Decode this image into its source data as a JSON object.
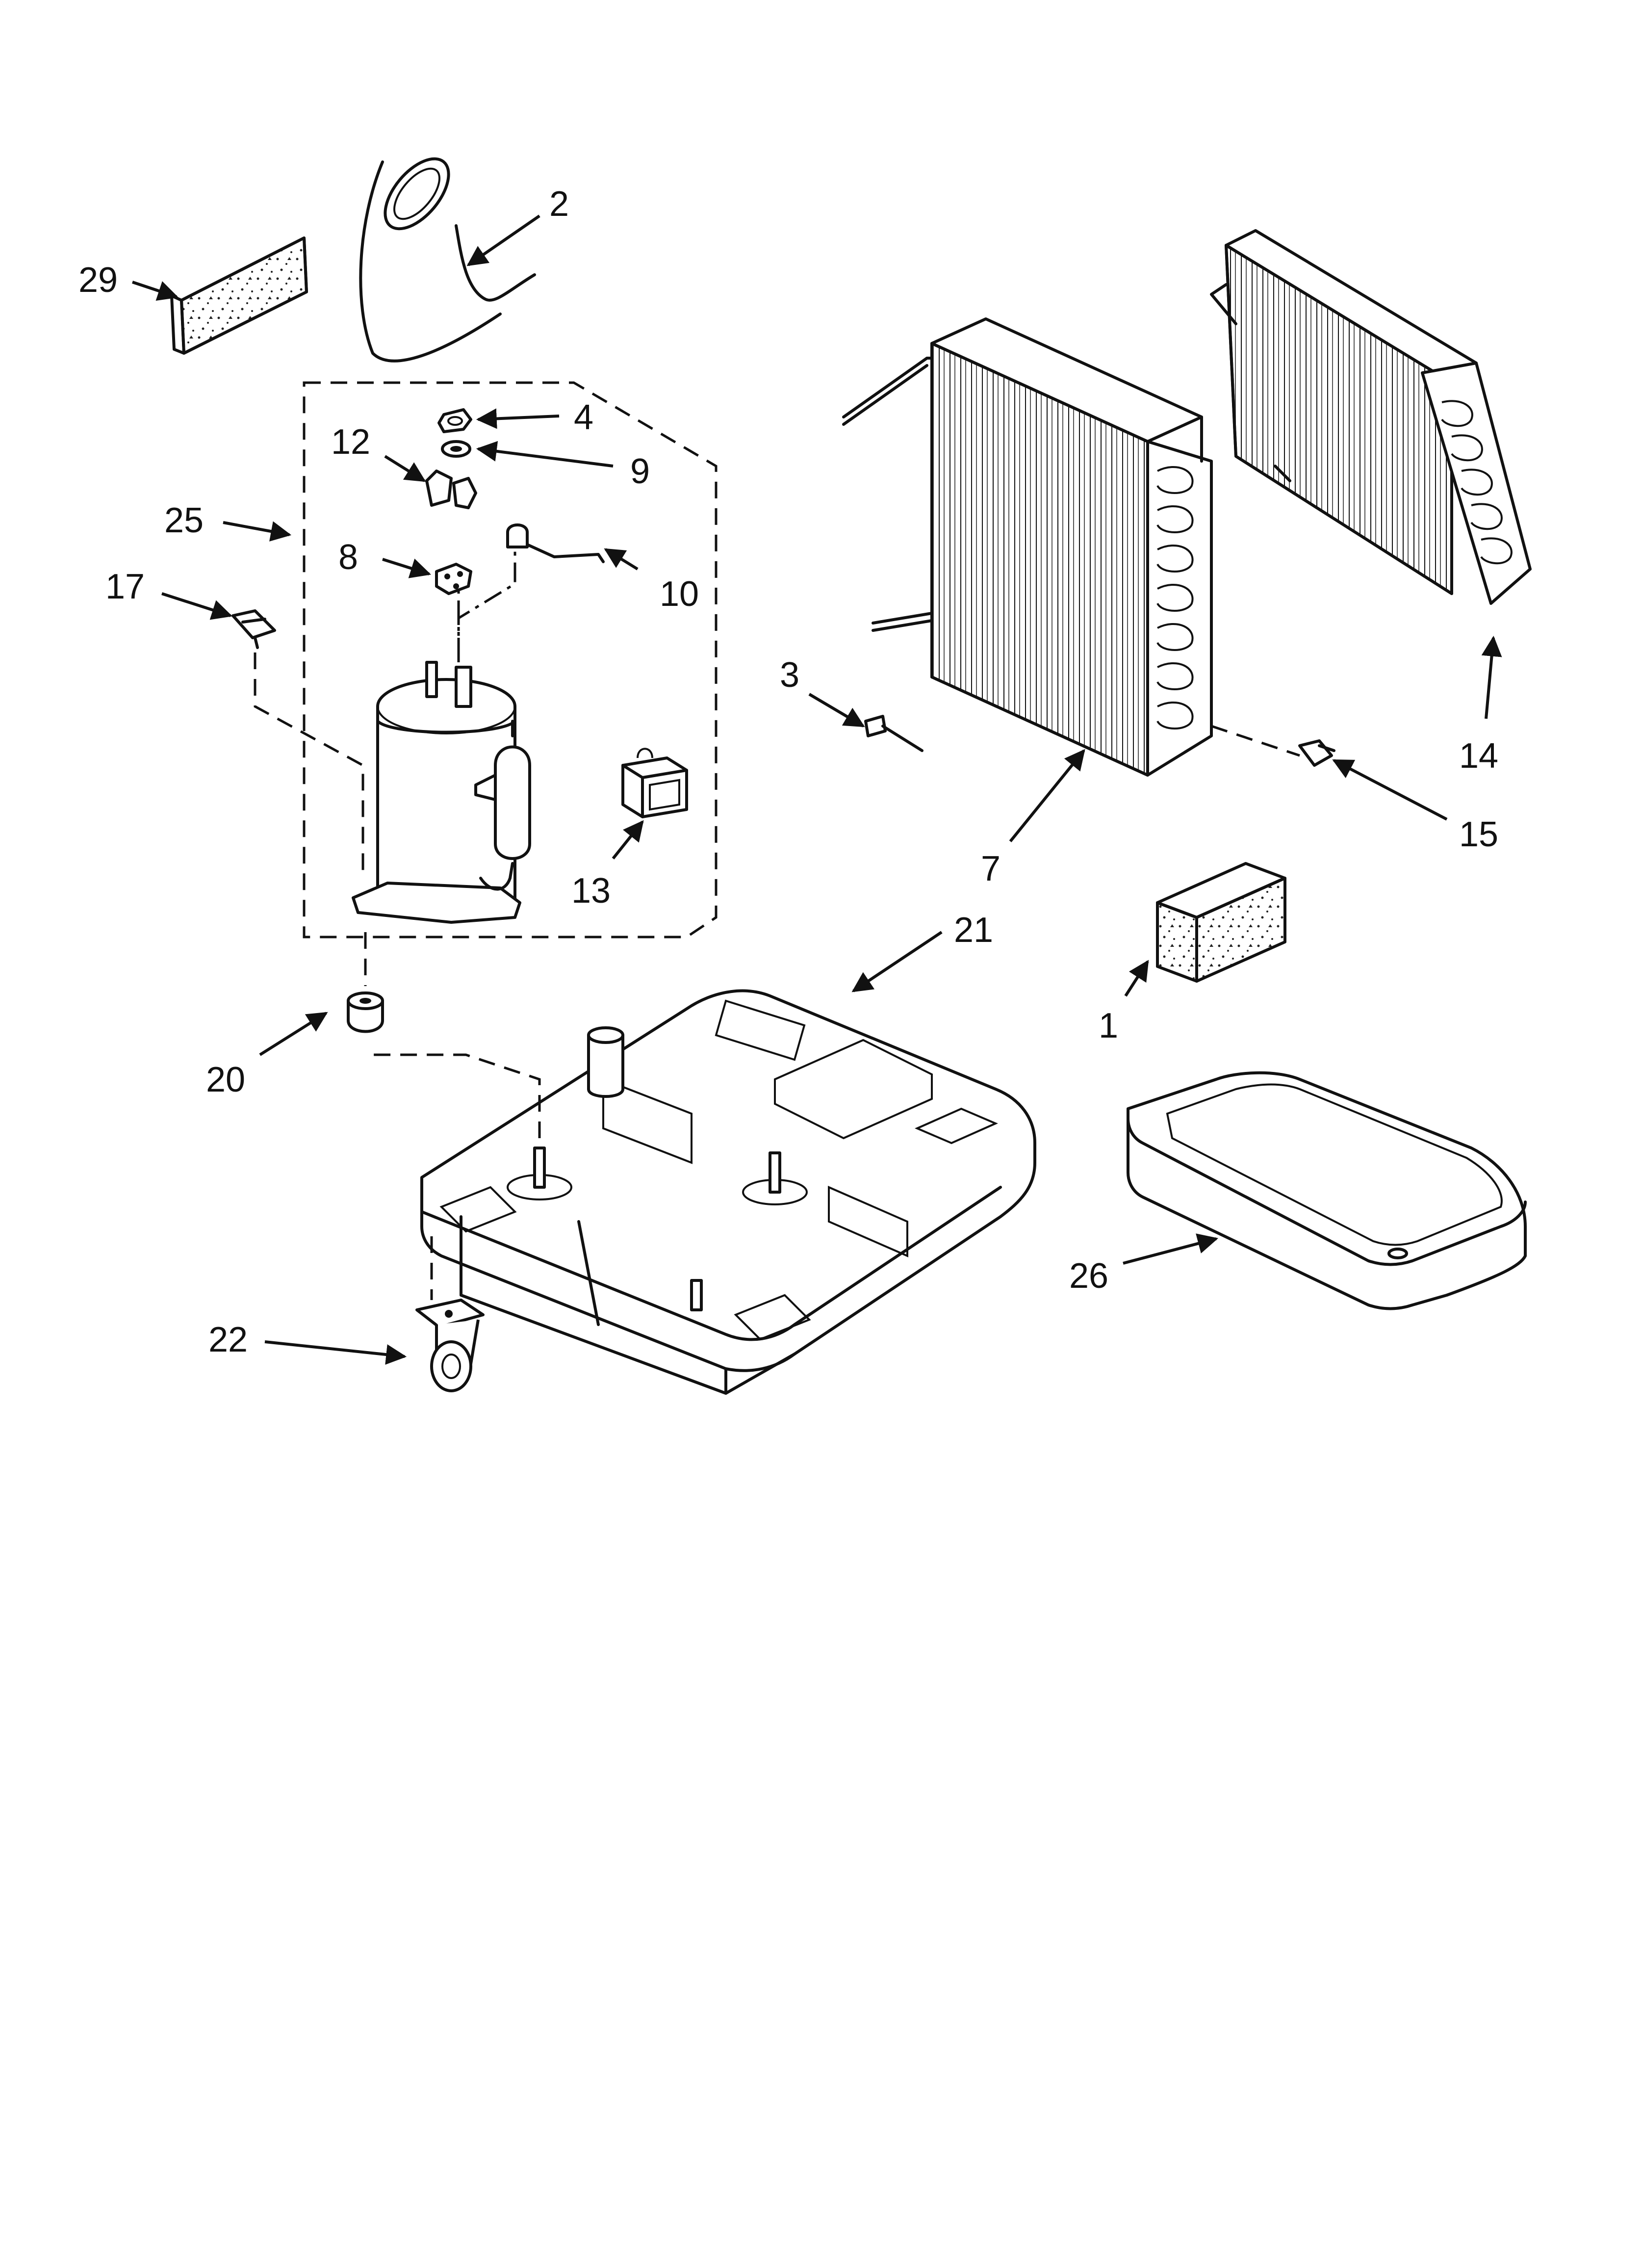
{
  "callouts": [
    {
      "id": "2",
      "text": "2"
    },
    {
      "id": "29",
      "text": "29"
    },
    {
      "id": "4",
      "text": "4"
    },
    {
      "id": "12",
      "text": "12"
    },
    {
      "id": "9",
      "text": "9"
    },
    {
      "id": "25",
      "text": "25"
    },
    {
      "id": "8",
      "text": "8"
    },
    {
      "id": "10",
      "text": "10"
    },
    {
      "id": "17",
      "text": "17"
    },
    {
      "id": "3",
      "text": "3"
    },
    {
      "id": "13",
      "text": "13"
    },
    {
      "id": "7",
      "text": "7"
    },
    {
      "id": "14",
      "text": "14"
    },
    {
      "id": "15",
      "text": "15"
    },
    {
      "id": "21",
      "text": "21"
    },
    {
      "id": "1",
      "text": "1"
    },
    {
      "id": "20",
      "text": "20"
    },
    {
      "id": "26",
      "text": "26"
    },
    {
      "id": "22",
      "text": "22"
    }
  ]
}
